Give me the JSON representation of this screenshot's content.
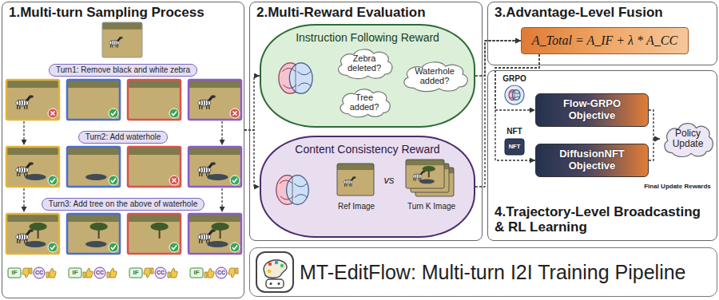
{
  "diagram": {
    "nodes": [
      {
        "text": [
          "1.Multi-turn Sampling Process"
        ]
      },
      {
        "text": [
          "Turn1: Remove black and white zebra"
        ],
        "in": 0
      },
      {
        "text": [
          "Turn2: Add waterhole"
        ],
        "in": 0
      },
      {
        "text": [
          "Turn3: Add tree on the above of waterhole"
        ],
        "in": 0
      },
      {
        "text": [
          "2.Multi-Reward Evaluation"
        ]
      },
      {
        "text": [
          "Instruction Following Reward"
        ],
        "in": 4
      },
      {
        "text": [
          "Zebra deleted?"
        ],
        "in": 5
      },
      {
        "text": [
          "Waterhole added?"
        ],
        "in": 5
      },
      {
        "text": [
          "Tree added?"
        ],
        "in": 5
      },
      {
        "text": [
          "Content Consistency Reward"
        ],
        "in": 4
      },
      {
        "text": [
          "3.Advantage-Level Fusion"
        ]
      },
      {
        "text": [
          "A_Total = A_IF + λ * A_CC"
        ],
        "in": 10
      },
      {
        "text": [
          "4.Trajectory-Level Broadcasting & RL Learning"
        ]
      },
      {
        "text": [
          "Flow-GRPO Objective"
        ],
        "in": 12
      },
      {
        "text": [
          "DiffusionNFT Objective"
        ],
        "in": 12
      },
      {
        "text": [
          "Policy Update"
        ],
        "in": 12
      },
      {
        "text": [
          "MT-EditFlow: Multi-turn I2I Training Pipeline"
        ]
      }
    ],
    "edges": [
      {
        "from": 0,
        "to": 5,
        "arrow": "to"
      },
      {
        "from": 0,
        "to": 9,
        "arrow": "to"
      },
      {
        "from": 5,
        "to": 11,
        "arrow": "to"
      },
      {
        "from": 9,
        "to": 11,
        "arrow": "to"
      },
      {
        "from": 11,
        "to": 13,
        "arrow": "to"
      },
      {
        "from": 11,
        "to": 14,
        "arrow": "to"
      },
      {
        "from": 13,
        "to": 15,
        "arrow": "to"
      },
      {
        "from": 14,
        "to": 15,
        "arrow": "to"
      }
    ],
    "labels": [
      "Ref Image",
      "vs",
      "Turn K Image",
      "GRPO",
      "NFT",
      "NFT",
      "Final Update Rewards",
      "IF",
      "CC",
      "IF",
      "CC",
      "IF",
      "CC",
      "IF",
      "CC"
    ]
  }
}
